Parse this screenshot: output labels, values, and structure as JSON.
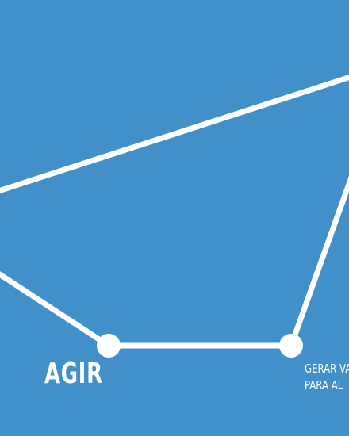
{
  "colors": {
    "background": "#4190c9",
    "lines": "#ffffff",
    "text": "#ffffff"
  },
  "labels": {
    "agir": "AGIR",
    "gerar_line1": "GERAR VA",
    "gerar_line2": "PARA AL"
  }
}
